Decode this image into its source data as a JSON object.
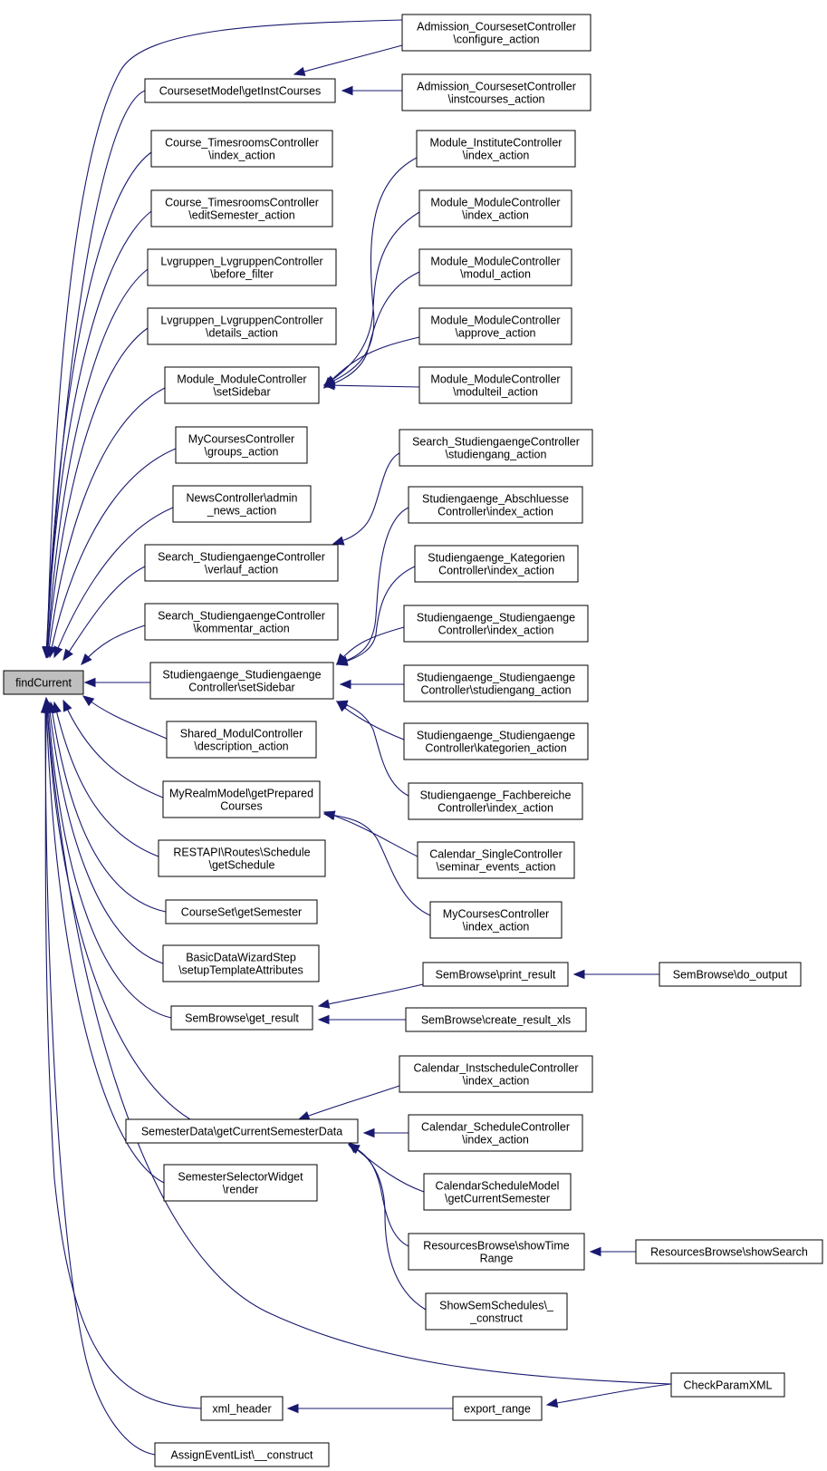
{
  "nodes": {
    "root": [
      "findCurrent"
    ],
    "n1": [
      "CoursesetModel\\getInstCourses"
    ],
    "n2": [
      "Course_TimesroomsController",
      "\\index_action"
    ],
    "n3": [
      "Course_TimesroomsController",
      "\\editSemester_action"
    ],
    "n4": [
      "Lvgruppen_LvgruppenController",
      "\\before_filter"
    ],
    "n5": [
      "Lvgruppen_LvgruppenController",
      "\\details_action"
    ],
    "n6": [
      "Module_ModuleController",
      "\\setSidebar"
    ],
    "n7": [
      "MyCoursesController",
      "\\groups_action"
    ],
    "n8": [
      "NewsController\\admin",
      "_news_action"
    ],
    "n9": [
      "Search_StudiengaengeController",
      "\\verlauf_action"
    ],
    "n10": [
      "Search_StudiengaengeController",
      "\\kommentar_action"
    ],
    "n11": [
      "Studiengaenge_Studiengaenge",
      "Controller\\setSidebar"
    ],
    "n12": [
      "Shared_ModulController",
      "\\description_action"
    ],
    "n13": [
      "MyRealmModel\\getPrepared",
      "Courses"
    ],
    "n14": [
      "RESTAPI\\Routes\\Schedule",
      "\\getSchedule"
    ],
    "n15": [
      "CourseSet\\getSemester"
    ],
    "n16": [
      "BasicDataWizardStep",
      "\\setupTemplateAttributes"
    ],
    "n17": [
      "SemBrowse\\get_result"
    ],
    "n18": [
      "SemesterData\\getCurrentSemesterData"
    ],
    "n19": [
      "SemesterSelectorWidget",
      "\\render"
    ],
    "n20": [
      "xml_header"
    ],
    "n21": [
      "AssignEventList\\__construct"
    ],
    "a1": [
      "Admission_CoursesetController",
      "\\configure_action"
    ],
    "a2": [
      "Admission_CoursesetController",
      "\\instcourses_action"
    ],
    "b1": [
      "Module_InstituteController",
      "\\index_action"
    ],
    "b2": [
      "Module_ModuleController",
      "\\index_action"
    ],
    "b3": [
      "Module_ModuleController",
      "\\modul_action"
    ],
    "b4": [
      "Module_ModuleController",
      "\\approve_action"
    ],
    "b5": [
      "Module_ModuleController",
      "\\modulteil_action"
    ],
    "c1": [
      "Search_StudiengaengeController",
      "\\studiengang_action"
    ],
    "d1": [
      "Studiengaenge_Abschluesse",
      "Controller\\index_action"
    ],
    "d2": [
      "Studiengaenge_Kategorien",
      "Controller\\index_action"
    ],
    "d3": [
      "Studiengaenge_Studiengaenge",
      "Controller\\index_action"
    ],
    "d4": [
      "Studiengaenge_Studiengaenge",
      "Controller\\studiengang_action"
    ],
    "d5": [
      "Studiengaenge_Studiengaenge",
      "Controller\\kategorien_action"
    ],
    "d6": [
      "Studiengaenge_Fachbereiche",
      "Controller\\index_action"
    ],
    "e1": [
      "Calendar_SingleController",
      "\\seminar_events_action"
    ],
    "e2": [
      "MyCoursesController",
      "\\index_action"
    ],
    "f1": [
      "SemBrowse\\print_result"
    ],
    "f2": [
      "SemBrowse\\create_result_xls"
    ],
    "f3": [
      "SemBrowse\\do_output"
    ],
    "g1": [
      "Calendar_InstscheduleController",
      "\\index_action"
    ],
    "g2": [
      "Calendar_ScheduleController",
      "\\index_action"
    ],
    "g3": [
      "CalendarScheduleModel",
      "\\getCurrentSemester"
    ],
    "g4": [
      "ResourcesBrowse\\showTime",
      "Range"
    ],
    "g5": [
      "ShowSemSchedules\\_",
      "_construct"
    ],
    "g6": [
      "ResourcesBrowse\\showSearch"
    ],
    "h1": [
      "CheckParamXML"
    ],
    "h2": [
      "export_range"
    ]
  },
  "edges": [
    [
      "n1",
      "root"
    ],
    [
      "n2",
      "root"
    ],
    [
      "n3",
      "root"
    ],
    [
      "n4",
      "root"
    ],
    [
      "n5",
      "root"
    ],
    [
      "n6",
      "root"
    ],
    [
      "n7",
      "root"
    ],
    [
      "n8",
      "root"
    ],
    [
      "n9",
      "root"
    ],
    [
      "n10",
      "root"
    ],
    [
      "n11",
      "root"
    ],
    [
      "n12",
      "root"
    ],
    [
      "n13",
      "root"
    ],
    [
      "n14",
      "root"
    ],
    [
      "n15",
      "root"
    ],
    [
      "n16",
      "root"
    ],
    [
      "n17",
      "root"
    ],
    [
      "n18",
      "root"
    ],
    [
      "n19",
      "root"
    ],
    [
      "n20",
      "root"
    ],
    [
      "n21",
      "root"
    ],
    [
      "a1",
      "root"
    ],
    [
      "h1",
      "root"
    ],
    [
      "a1",
      "n1"
    ],
    [
      "a2",
      "n1"
    ],
    [
      "b1",
      "n6"
    ],
    [
      "b2",
      "n6"
    ],
    [
      "b3",
      "n6"
    ],
    [
      "b4",
      "n6"
    ],
    [
      "b5",
      "n6"
    ],
    [
      "c1",
      "n9"
    ],
    [
      "d1",
      "n11"
    ],
    [
      "d2",
      "n11"
    ],
    [
      "d3",
      "n11"
    ],
    [
      "d4",
      "n11"
    ],
    [
      "d5",
      "n11"
    ],
    [
      "d6",
      "n11"
    ],
    [
      "e1",
      "n13"
    ],
    [
      "e2",
      "n13"
    ],
    [
      "f1",
      "n17"
    ],
    [
      "f2",
      "n17"
    ],
    [
      "f3",
      "f1"
    ],
    [
      "g1",
      "n18"
    ],
    [
      "g2",
      "n18"
    ],
    [
      "g3",
      "n18"
    ],
    [
      "g4",
      "n18"
    ],
    [
      "g5",
      "n18"
    ],
    [
      "g6",
      "g4"
    ],
    [
      "h2",
      "n20"
    ],
    [
      "h1",
      "h2"
    ]
  ]
}
